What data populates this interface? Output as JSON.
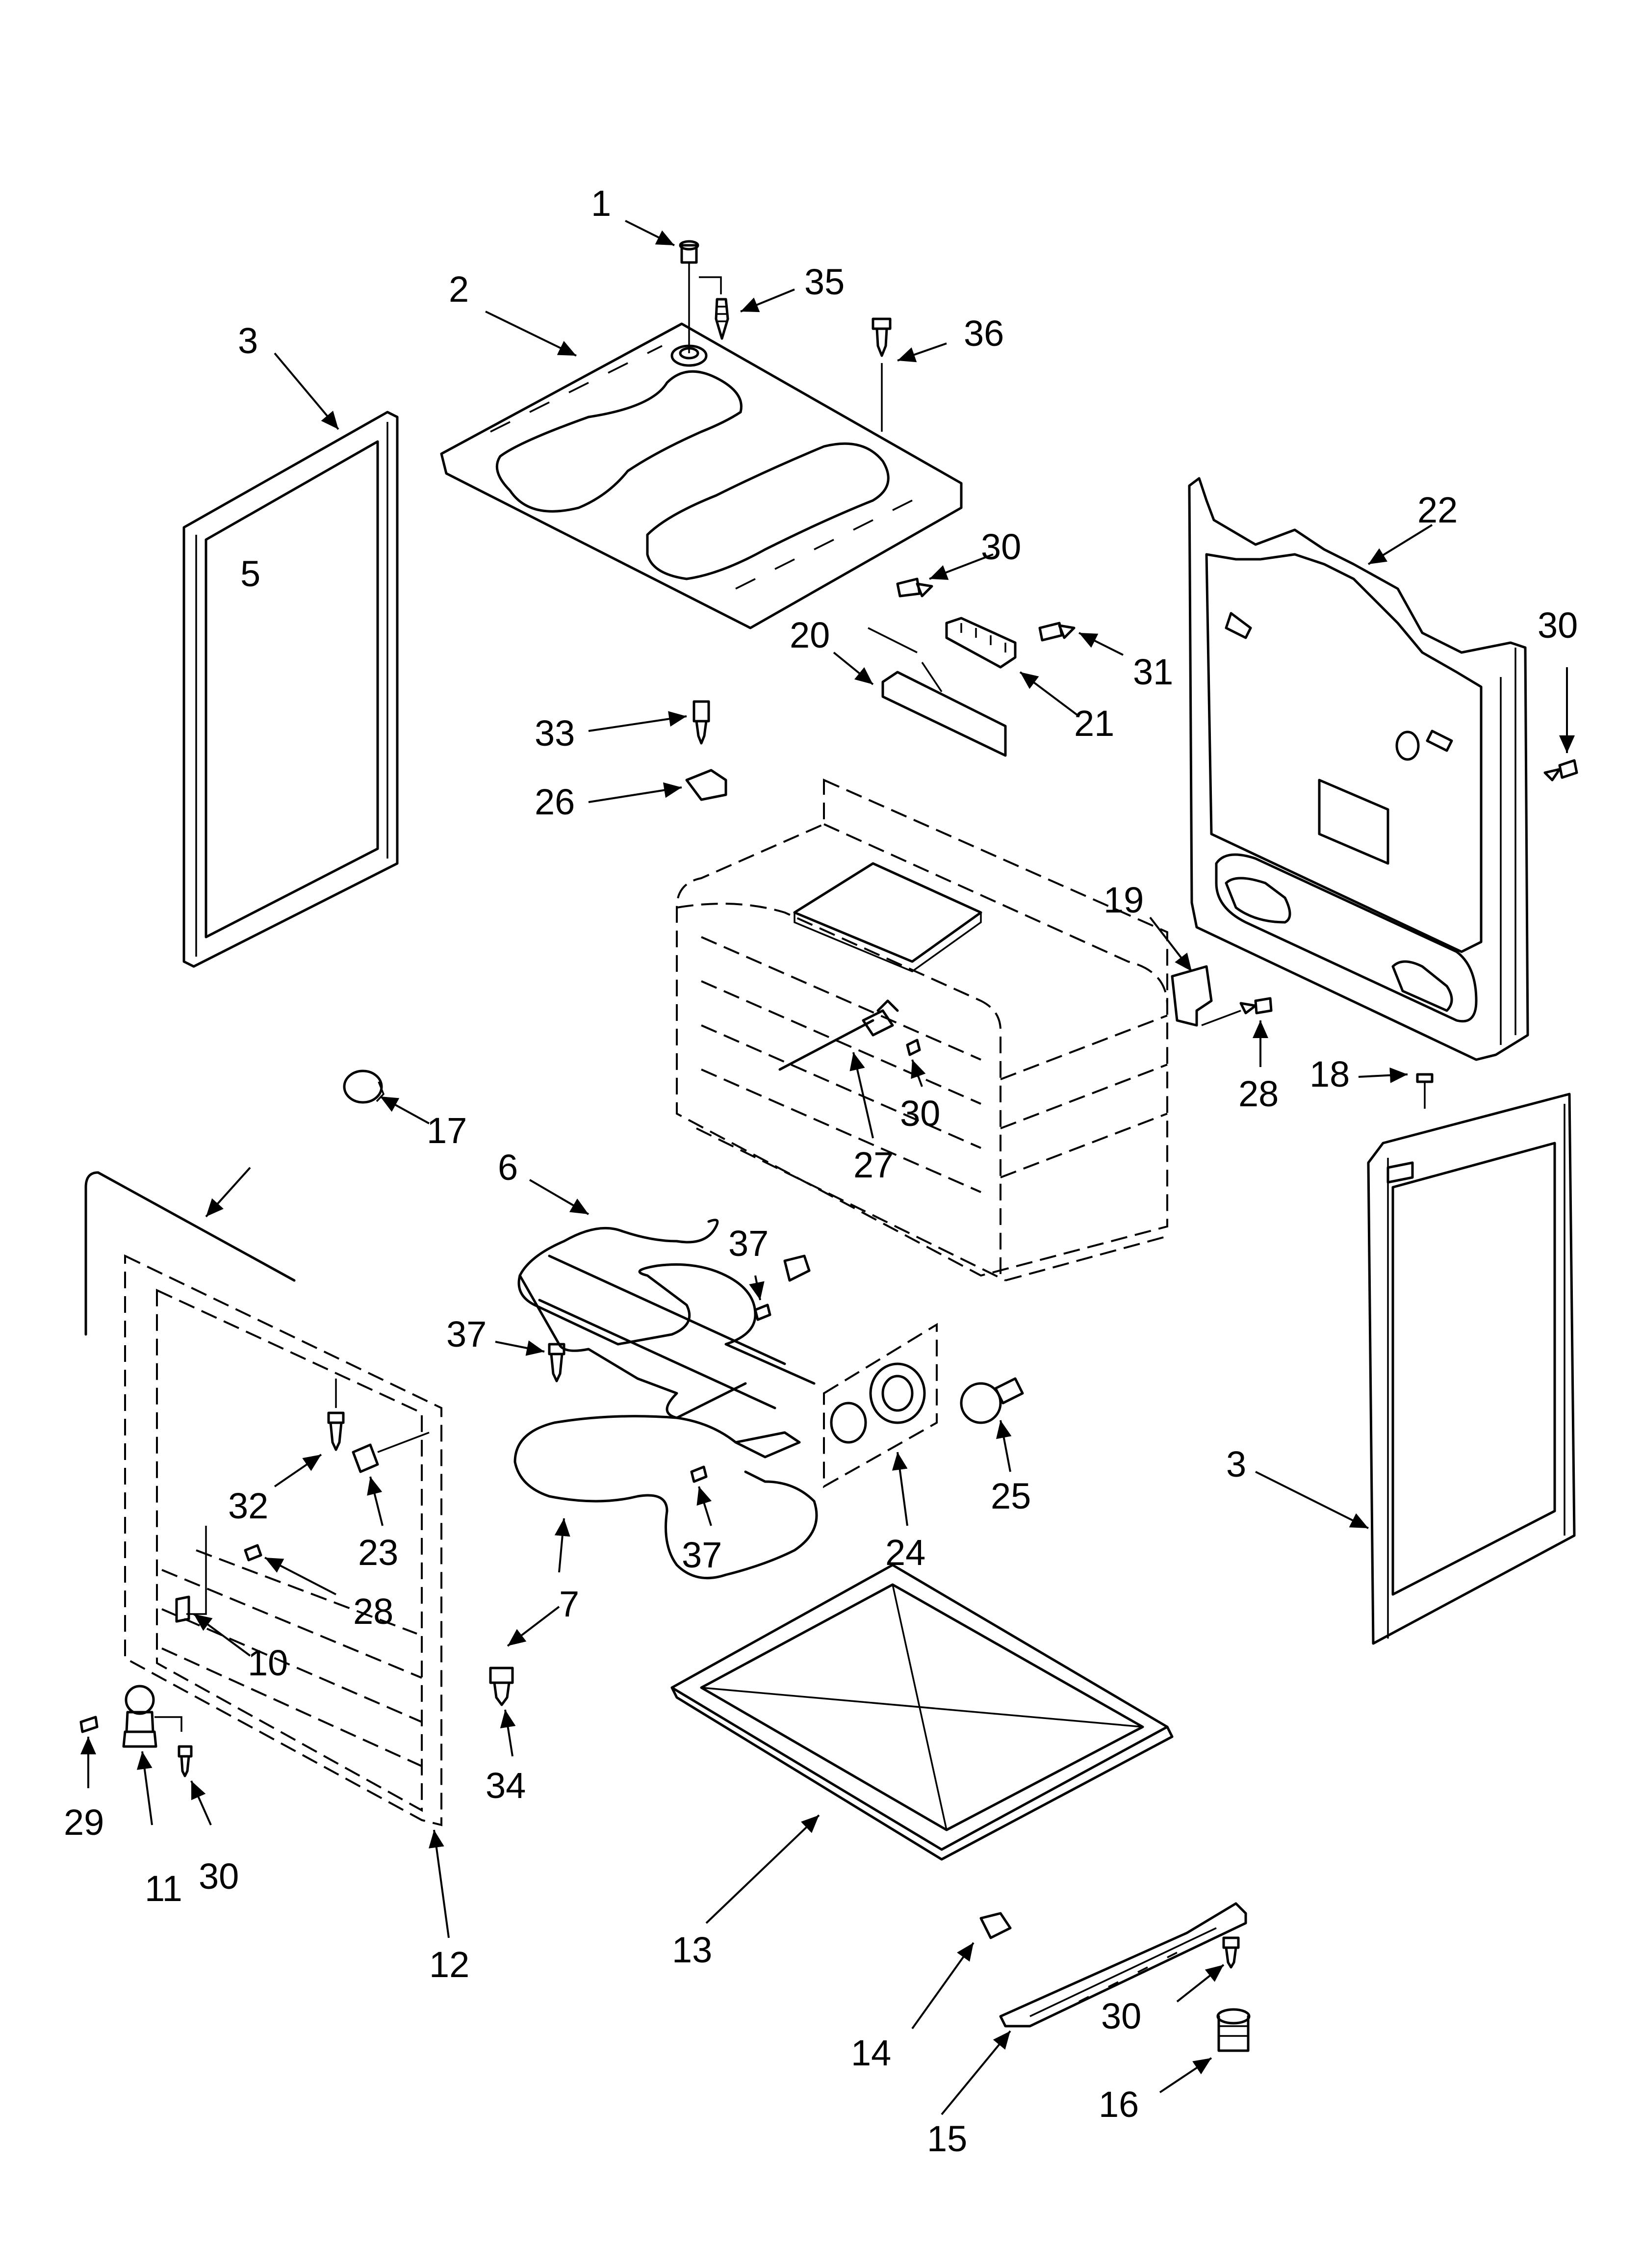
{
  "callouts": [
    {
      "id": "c1",
      "text": "1"
    },
    {
      "id": "c2",
      "text": "2"
    },
    {
      "id": "c3a",
      "text": "3"
    },
    {
      "id": "c3b",
      "text": "3"
    },
    {
      "id": "c5",
      "text": "5"
    },
    {
      "id": "c6",
      "text": "6"
    },
    {
      "id": "c7",
      "text": "7"
    },
    {
      "id": "c10",
      "text": "10"
    },
    {
      "id": "c11",
      "text": "11"
    },
    {
      "id": "c12",
      "text": "12"
    },
    {
      "id": "c13",
      "text": "13"
    },
    {
      "id": "c14",
      "text": "14"
    },
    {
      "id": "c15",
      "text": "15"
    },
    {
      "id": "c16",
      "text": "16"
    },
    {
      "id": "c17",
      "text": "17"
    },
    {
      "id": "c18",
      "text": "18"
    },
    {
      "id": "c19",
      "text": "19"
    },
    {
      "id": "c20",
      "text": "20"
    },
    {
      "id": "c21",
      "text": "21"
    },
    {
      "id": "c22",
      "text": "22"
    },
    {
      "id": "c23",
      "text": "23"
    },
    {
      "id": "c24",
      "text": "24"
    },
    {
      "id": "c25",
      "text": "25"
    },
    {
      "id": "c26",
      "text": "26"
    },
    {
      "id": "c27",
      "text": "27"
    },
    {
      "id": "c28a",
      "text": "28"
    },
    {
      "id": "c28b",
      "text": "28"
    },
    {
      "id": "c29",
      "text": "29"
    },
    {
      "id": "c30a",
      "text": "30"
    },
    {
      "id": "c30b",
      "text": "30"
    },
    {
      "id": "c30c",
      "text": "30"
    },
    {
      "id": "c30d",
      "text": "30"
    },
    {
      "id": "c30e",
      "text": "30"
    },
    {
      "id": "c31",
      "text": "31"
    },
    {
      "id": "c32",
      "text": "32"
    },
    {
      "id": "c33",
      "text": "33"
    },
    {
      "id": "c34",
      "text": "34"
    },
    {
      "id": "c35",
      "text": "35"
    },
    {
      "id": "c36",
      "text": "36"
    },
    {
      "id": "c37a",
      "text": "37"
    },
    {
      "id": "c37b",
      "text": "37"
    },
    {
      "id": "c37c",
      "text": "37"
    }
  ]
}
